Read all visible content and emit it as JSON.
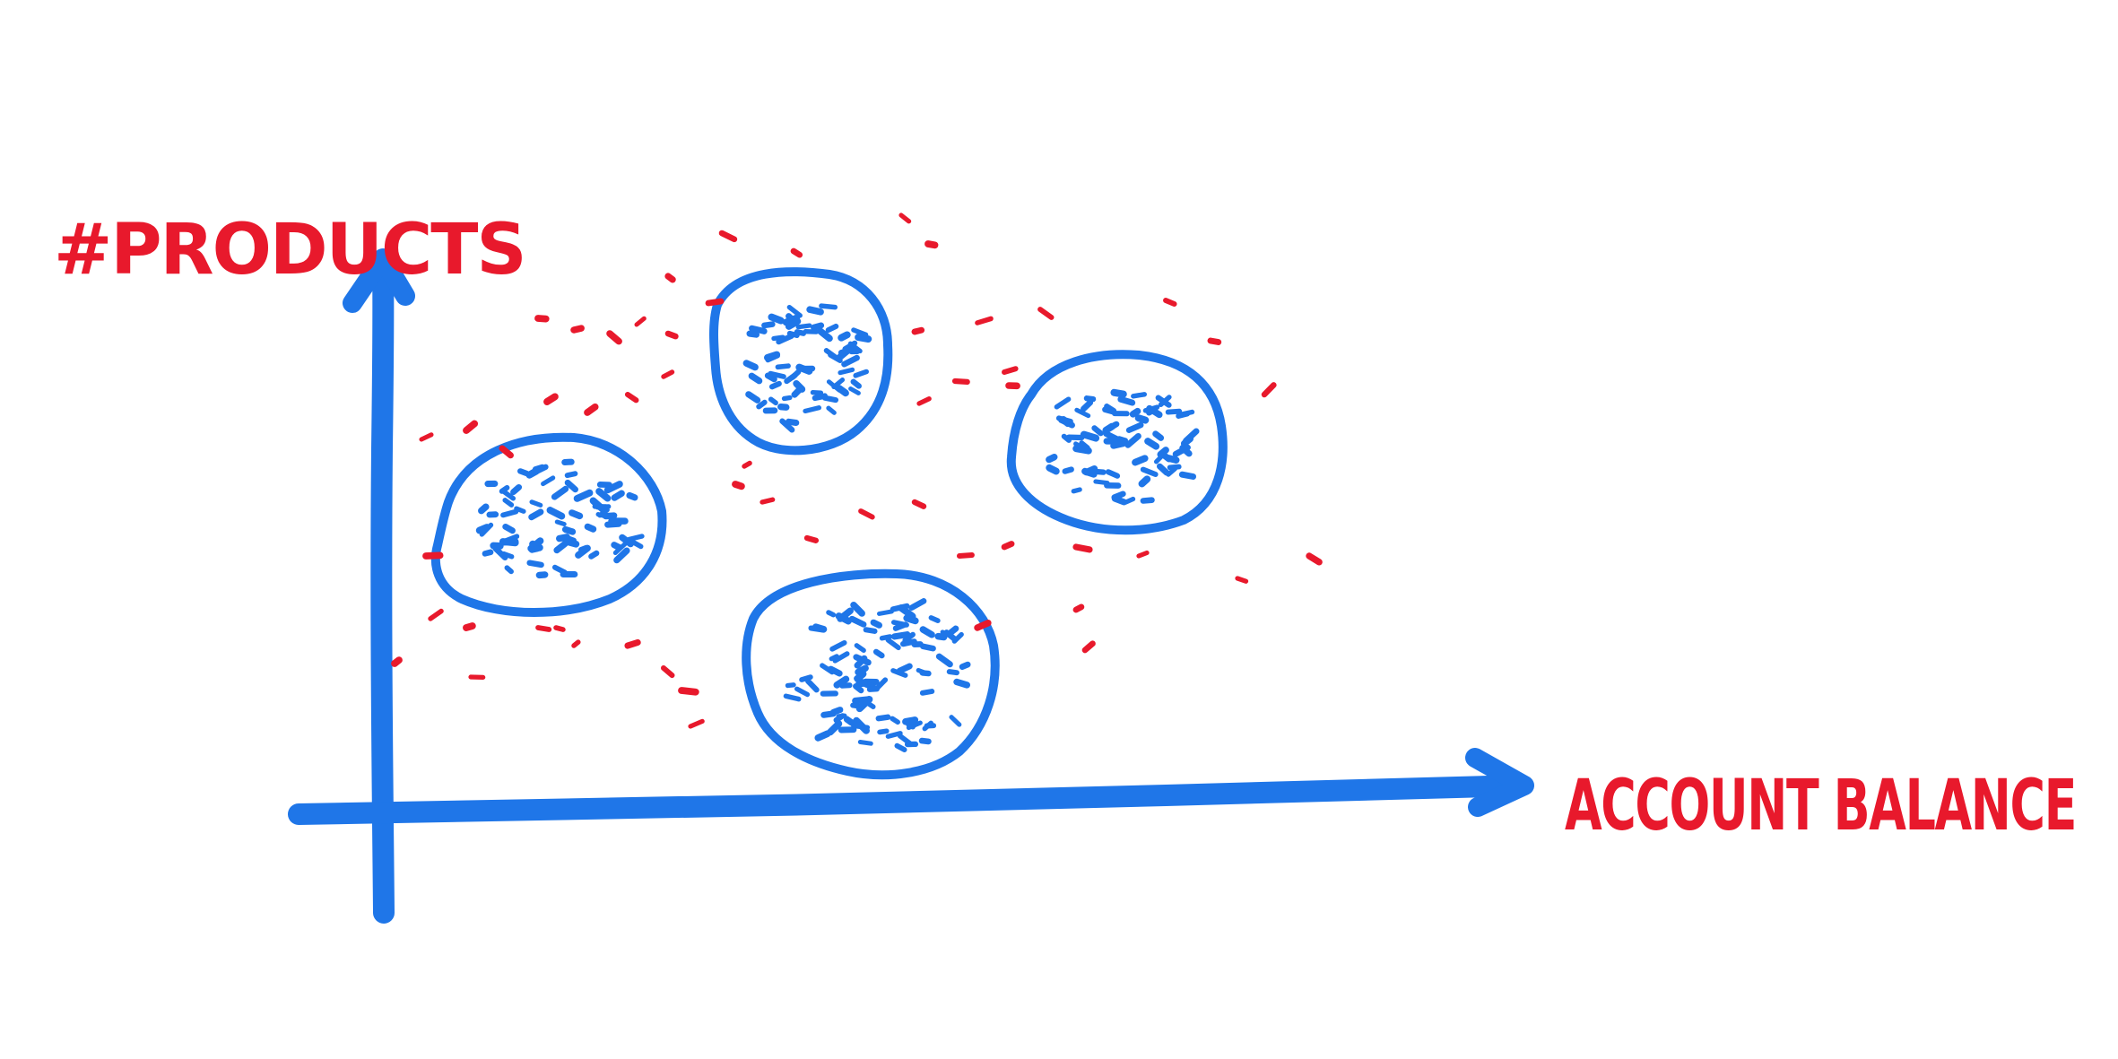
{
  "diagram": {
    "y_axis_label": "#PRODUCTS",
    "x_axis_label": "ACCOUNT BALANCE",
    "clusters": [
      {
        "id": "cluster-lower-left"
      },
      {
        "id": "cluster-top-middle"
      },
      {
        "id": "cluster-bottom-middle"
      },
      {
        "id": "cluster-right"
      }
    ],
    "colors": {
      "axis": "#1f76e8",
      "cluster": "#1f76e8",
      "outlier": "#e8192c",
      "label": "#e8192c",
      "background": "#ffffff"
    }
  }
}
